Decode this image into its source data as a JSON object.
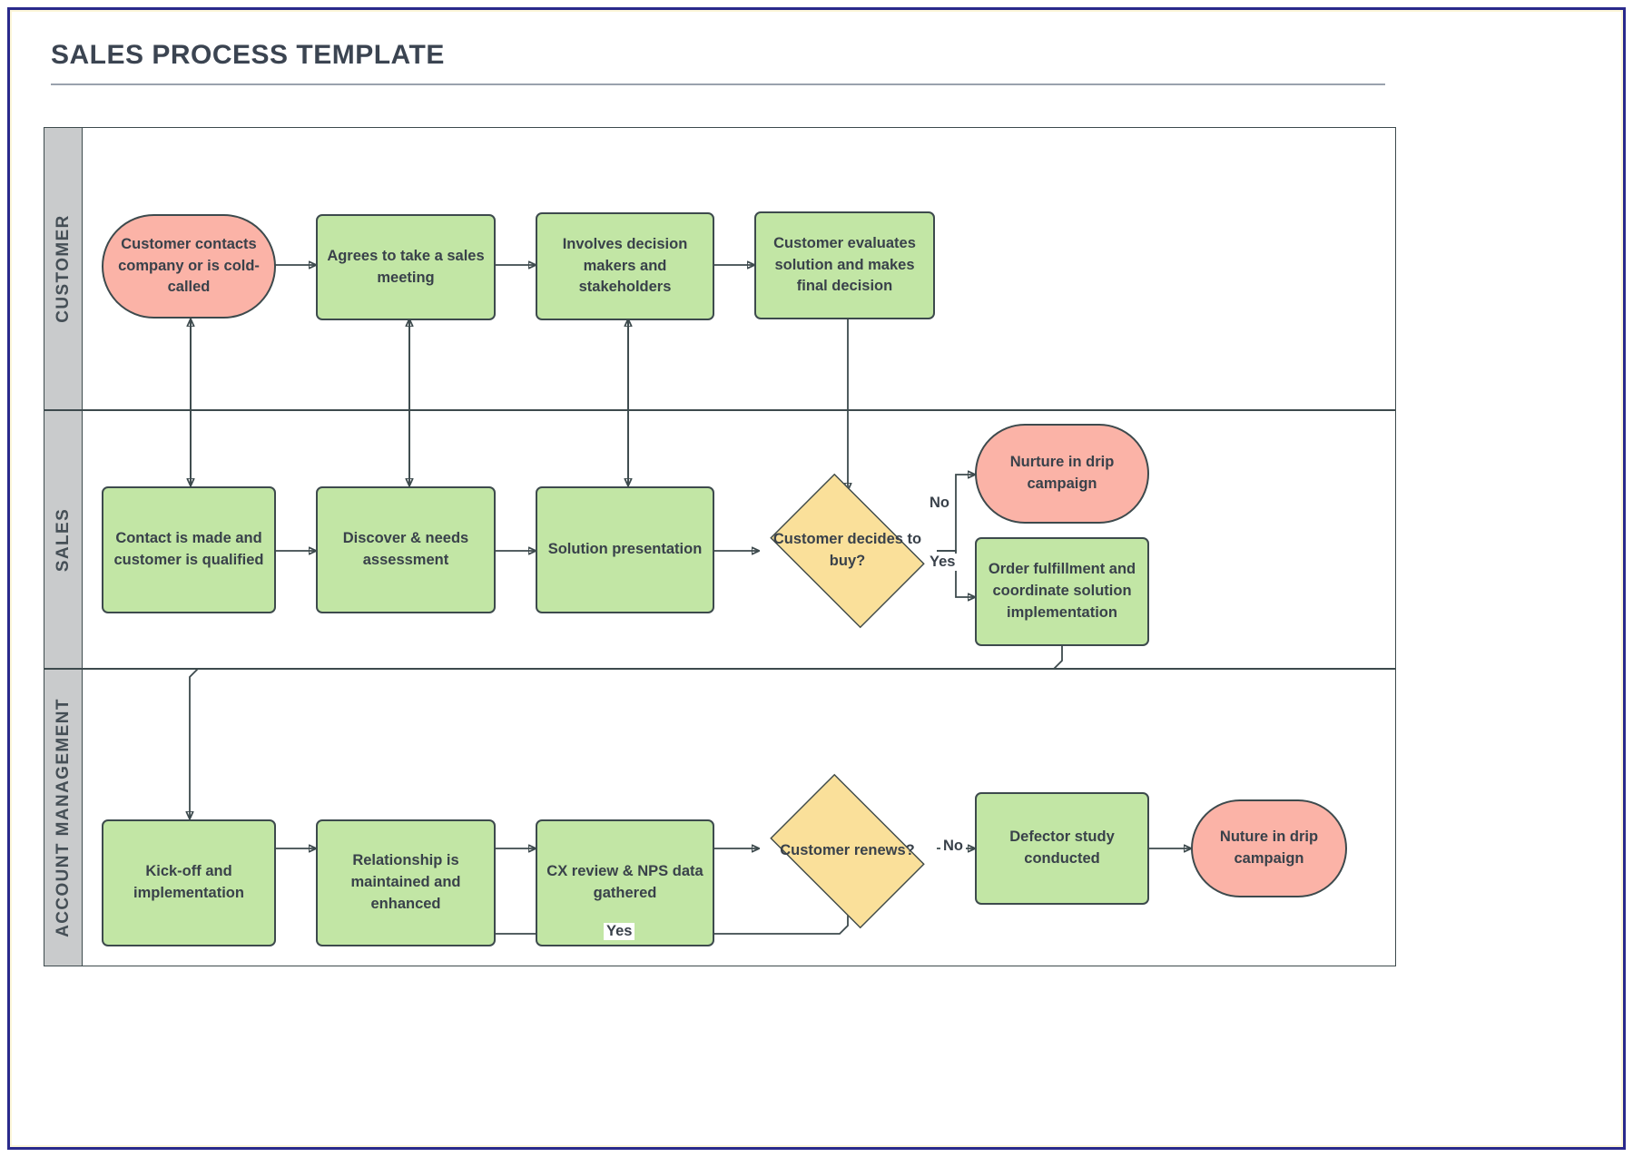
{
  "page": {
    "title": "SALES PROCESS TEMPLATE",
    "frame_color": "#2a2a8c",
    "background": "#ffffff"
  },
  "palette": {
    "process_fill": "#c2e6a5",
    "terminal_fill": "#fbb3a7",
    "decision_fill": "#fae09a",
    "stroke": "#3d4a4d",
    "lane_header_fill": "#c9cbcc",
    "text": "#39414a"
  },
  "lanes": [
    {
      "id": "customer",
      "label": "CUSTOMER"
    },
    {
      "id": "sales",
      "label": "SALES"
    },
    {
      "id": "account_management",
      "label": "ACCOUNT MANAGEMENT"
    }
  ],
  "nodes": {
    "customer_contacts": "Customer contacts company or is cold-called",
    "agrees_meeting": "Agrees to take a sales meeting",
    "involves_decision_makers": "Involves decision makers and stakeholders",
    "customer_evaluates": "Customer evaluates solution and makes final decision",
    "contact_made": "Contact is made and customer is qualified",
    "discover_needs": "Discover & needs assessment",
    "solution_presentation": "Solution presentation",
    "decides_to_buy": "Customer decides to buy?",
    "nurture_drip": "Nurture in drip campaign",
    "order_fulfillment": "Order fulfillment and coordinate solution implementation",
    "kickoff": "Kick-off and implementation",
    "relationship_maintained": "Relationship is maintained and enhanced",
    "cx_review": "CX review & NPS data gathered",
    "customer_renews": "Customer renews?",
    "defector_study": "Defector study conducted",
    "nuture_drip_2": "Nuture in drip campaign"
  },
  "edge_labels": {
    "buy_no": "No",
    "buy_yes": "Yes",
    "renew_no": "No",
    "renew_yes": "Yes"
  }
}
